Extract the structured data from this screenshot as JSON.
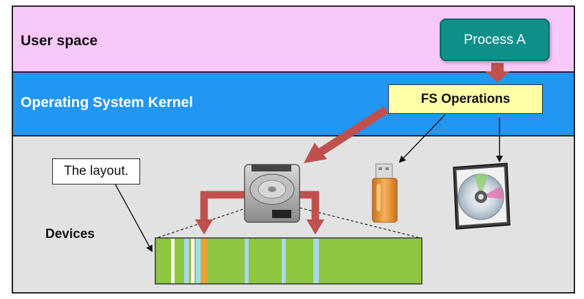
{
  "layers": {
    "user_space": "User space",
    "kernel": "Operating System Kernel",
    "devices": "Devices"
  },
  "process_label": "Process A",
  "fs_operations_label": "FS Operations",
  "layout_callout": "The layout.",
  "colors": {
    "user_space_bg": "#f8c8f8",
    "kernel_bg": "#2196f3",
    "devices_bg": "#e2e2e2",
    "process_fill": "#0e8f8a",
    "fs_fill": "#ffffa8",
    "red_arrow": "#c0504d",
    "disk_layout_fill": "#8dc63f",
    "block_light_blue": "#a8d8ea",
    "block_orange": "#f39c34"
  },
  "icons": {
    "hard_drive": "hard-drive-icon",
    "usb_drive": "usb-drive-icon",
    "optical_disc": "cd-case-icon"
  }
}
